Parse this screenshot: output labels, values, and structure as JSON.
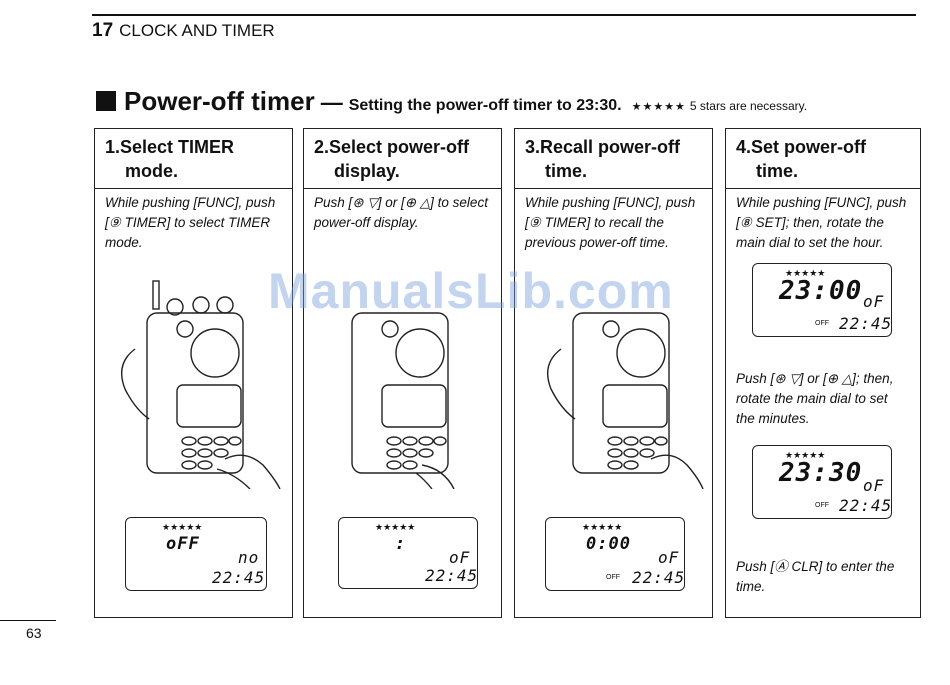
{
  "header": {
    "chapter_number": "17",
    "chapter_title": "CLOCK AND TIMER"
  },
  "title": {
    "main": "Power-off timer",
    "dash": "—",
    "subtitle": "Setting the power-off timer to 23:30.",
    "stars": "★★★★★",
    "stars_note": "5 stars are necessary."
  },
  "steps": [
    {
      "heading_line1": "1.Select TIMER",
      "heading_line2": "mode.",
      "text": "While pushing [FUNC], push [⑨ TIMER] to select TIMER mode.",
      "lcd": {
        "stars": "★★★★★",
        "main": "oFF",
        "right": "no",
        "time": "22:45"
      }
    },
    {
      "heading_line1": "2.Select power-off",
      "heading_line2": "display.",
      "text": "Push [⊛ ▽] or [⊕ △] to select power-off display.",
      "lcd": {
        "stars": "★★★★★",
        "main": ":",
        "right": "oF",
        "time": "22:45"
      }
    },
    {
      "heading_line1": "3.Recall power-off",
      "heading_line2": "time.",
      "text": "While pushing [FUNC], push [⑨ TIMER] to recall the previous power-off time.",
      "lcd": {
        "stars": "★★★★★",
        "main": "0:00",
        "right": "oF",
        "off_label": "OFF",
        "time": "22:45"
      }
    },
    {
      "heading_line1": "4.Set power-off",
      "heading_line2": "time.",
      "text": "While pushing [FUNC], push [⑧ SET]; then, rotate the main dial to set the hour.",
      "lcd": {
        "stars": "★★★★★",
        "main": "23:00",
        "right": "oF",
        "off_label": "OFF",
        "time": "22:45"
      },
      "text2": "Push [⊛ ▽] or [⊕ △]; then, rotate the main dial to set the minutes.",
      "lcd2": {
        "stars": "★★★★★",
        "main": "23:30",
        "right": "oF",
        "off_label": "OFF",
        "time": "22:45"
      },
      "text3": "Push [Ⓐ CLR] to enter the time."
    }
  ],
  "watermark": "ManualsLib.com",
  "page_number": "63"
}
